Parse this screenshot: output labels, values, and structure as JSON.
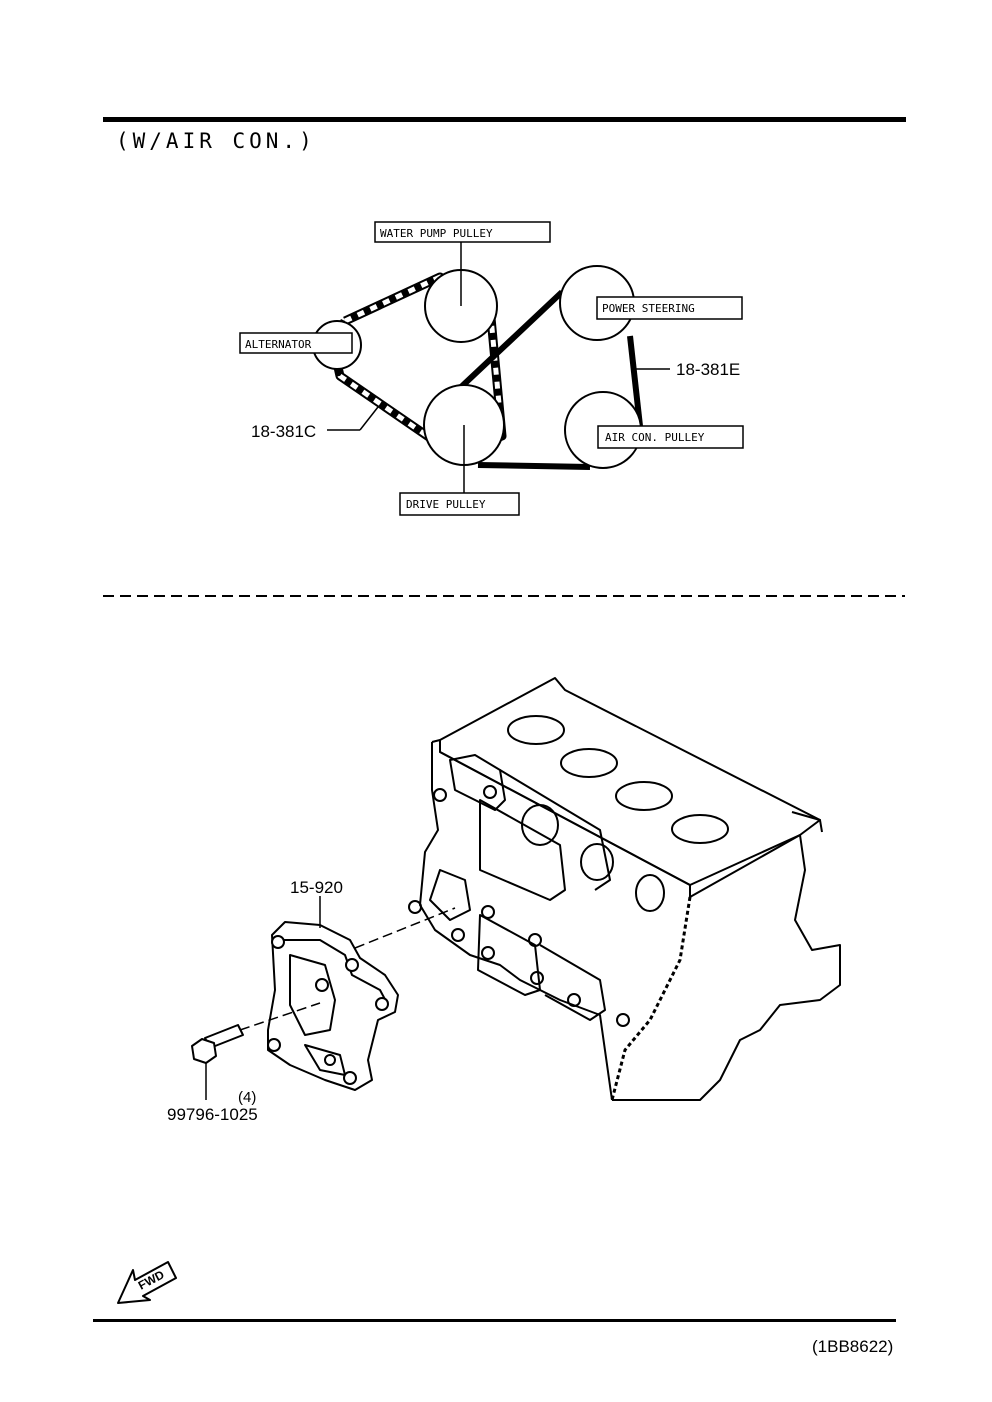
{
  "header": {
    "variant_label": "(W/AIR  CON.)"
  },
  "belt_diagram": {
    "labels": {
      "water_pump_pulley": "WATER  PUMP  PULLEY",
      "alternator": "ALTERNATOR",
      "power_steering": "POWER  STEERING",
      "air_con_pulley": "AIR  CON.  PULLEY",
      "drive_pulley": "DRIVE  PULLEY"
    },
    "part_numbers": {
      "belt_c": "18-381C",
      "belt_e": "18-381E"
    }
  },
  "parts_diagram": {
    "bracket_part": "15-920",
    "bolt_qty": "(4)",
    "bolt_part": "99796-1025"
  },
  "footer": {
    "fwd_label": "FWD",
    "drawing_code": "(1BB8622)"
  }
}
